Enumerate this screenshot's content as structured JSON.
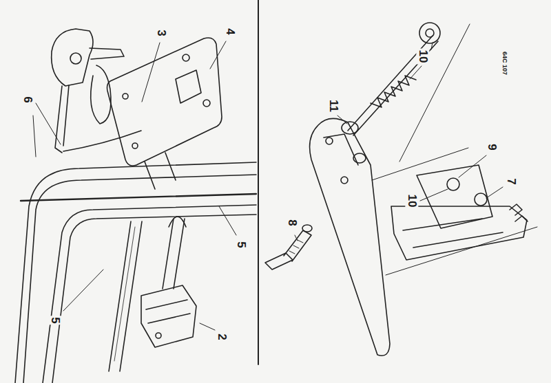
{
  "diagram": {
    "labels": [
      "6",
      "3",
      "4",
      "5",
      "5",
      "2",
      "10",
      "11",
      "64C 107",
      "9",
      "7",
      "10",
      "8"
    ]
  }
}
